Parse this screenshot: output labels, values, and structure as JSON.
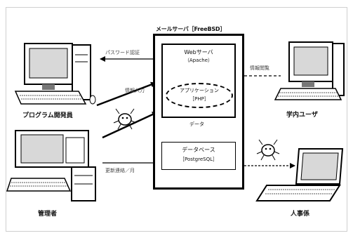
{
  "server": {
    "title": "メールサーバ［FreeBSD］",
    "web_title": "Webサーバ",
    "web_sub": "（Apache）",
    "app_title": "アプリケーション",
    "app_sub": "［PHP］",
    "db_title": "データベース",
    "db_sub": "［PostgreSQL］",
    "data_label": "データ"
  },
  "nodes": {
    "developer": "プログラム開発員",
    "admin": "管理者",
    "internal_user": "学内ユーザ",
    "hr": "人事係"
  },
  "edges": {
    "password_auth": "パスワード認証",
    "data_input": "情報入力",
    "info_browse": "情報閲覧",
    "update": "更新連絡／月"
  }
}
